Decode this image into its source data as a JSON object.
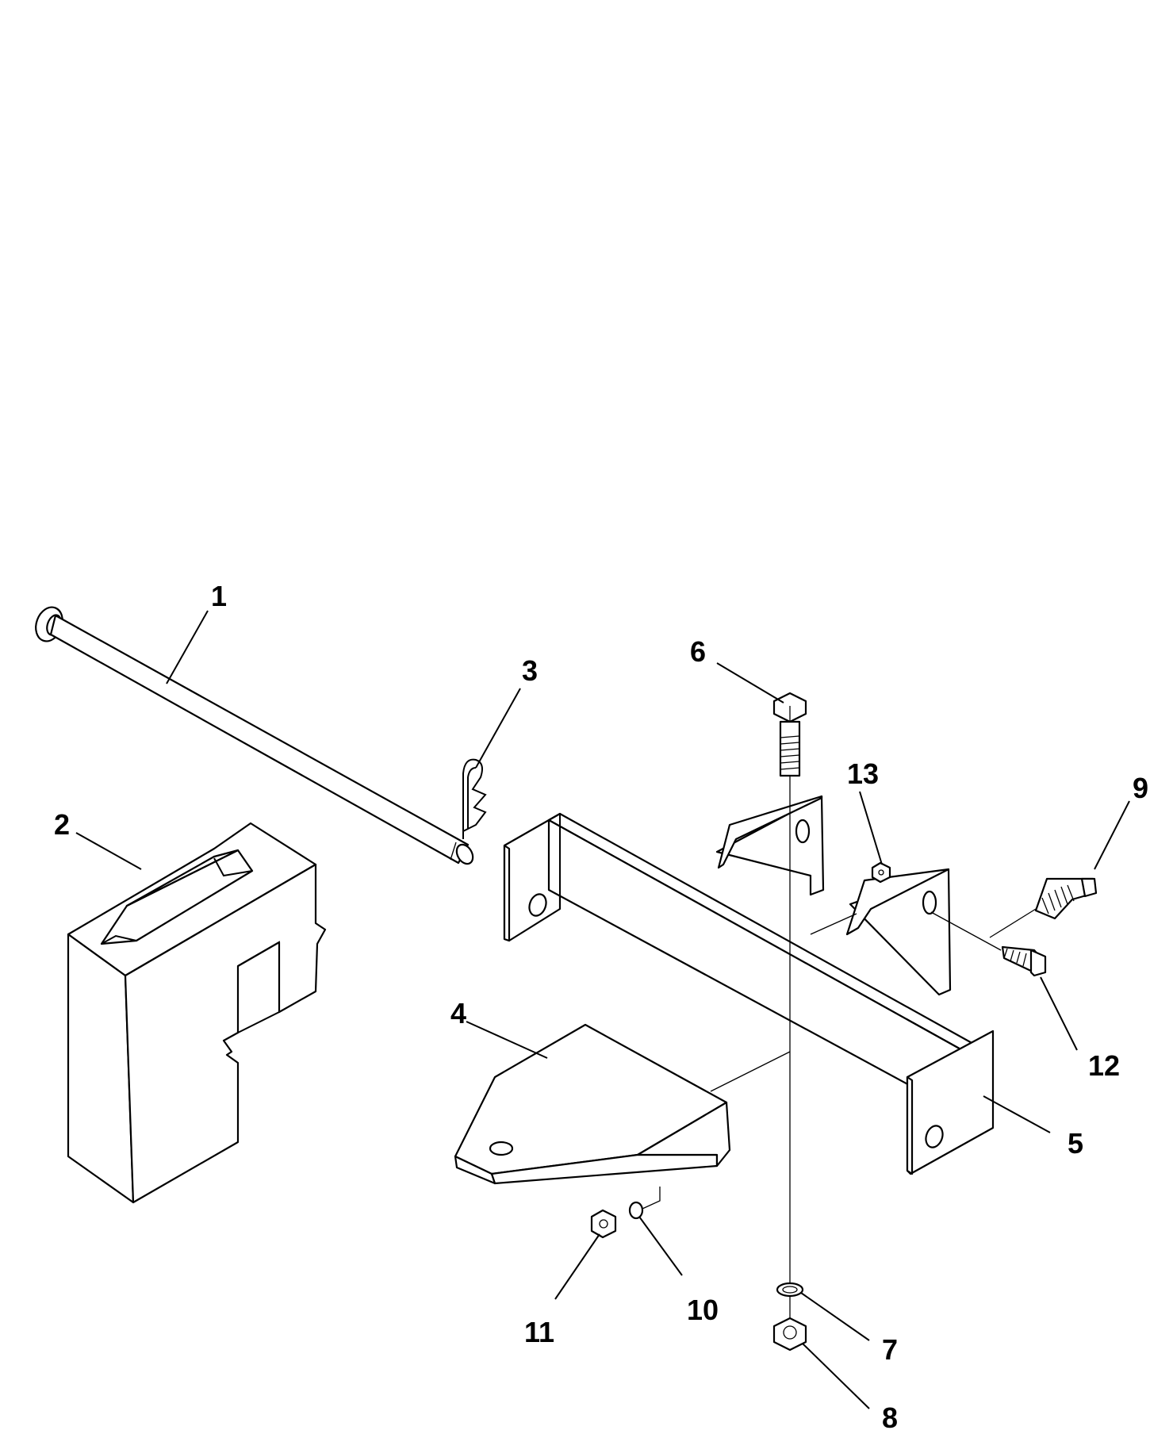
{
  "diagram": {
    "type": "exploded-parts-view",
    "callouts": [
      {
        "id": "1",
        "label": "1"
      },
      {
        "id": "2",
        "label": "2"
      },
      {
        "id": "3",
        "label": "3"
      },
      {
        "id": "4",
        "label": "4"
      },
      {
        "id": "5",
        "label": "5"
      },
      {
        "id": "6",
        "label": "6"
      },
      {
        "id": "7",
        "label": "7"
      },
      {
        "id": "8",
        "label": "8"
      },
      {
        "id": "9",
        "label": "9"
      },
      {
        "id": "10",
        "label": "10"
      },
      {
        "id": "11",
        "label": "11"
      },
      {
        "id": "12",
        "label": "12"
      },
      {
        "id": "13",
        "label": "13"
      }
    ],
    "colors": {
      "line": "#000000",
      "background": "#ffffff",
      "shade": "#d8d8d8"
    }
  }
}
